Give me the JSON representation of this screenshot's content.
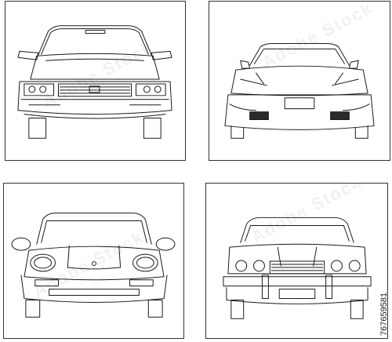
{
  "stock_id": "767659581",
  "watermark_text": "Adobe Stock",
  "line_color": "#1a1a1a",
  "panels": [
    {
      "subject": "front-view sedan"
    },
    {
      "subject": "front-view sports coupe"
    },
    {
      "subject": "front-view roadster"
    },
    {
      "subject": "front-view classic coupe"
    }
  ]
}
